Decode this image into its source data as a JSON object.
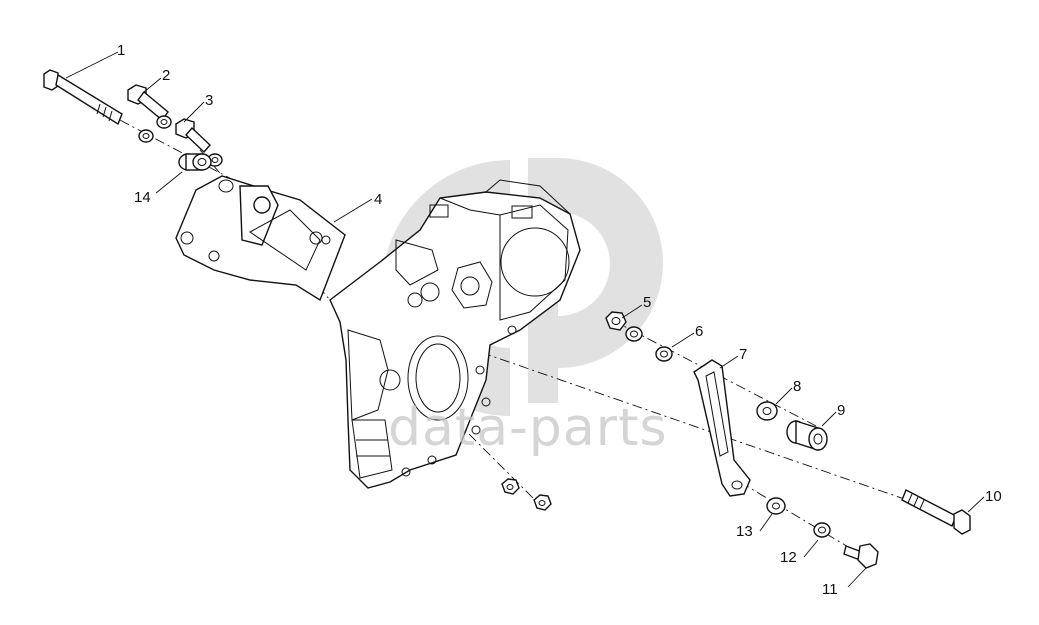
{
  "watermark": {
    "text": "data-parts",
    "color": "#c8c8c8"
  },
  "callouts": [
    {
      "id": "1",
      "label": "1"
    },
    {
      "id": "2",
      "label": "2"
    },
    {
      "id": "3",
      "label": "3"
    },
    {
      "id": "4",
      "label": "4"
    },
    {
      "id": "5",
      "label": "5"
    },
    {
      "id": "6",
      "label": "6"
    },
    {
      "id": "7",
      "label": "7"
    },
    {
      "id": "8",
      "label": "8"
    },
    {
      "id": "9",
      "label": "9"
    },
    {
      "id": "10",
      "label": "10"
    },
    {
      "id": "11",
      "label": "11"
    },
    {
      "id": "12",
      "label": "12"
    },
    {
      "id": "13",
      "label": "13"
    },
    {
      "id": "14",
      "label": "14"
    }
  ],
  "colors": {
    "line": "#111111",
    "background": "#ffffff",
    "watermark": "#c8c8c8"
  }
}
